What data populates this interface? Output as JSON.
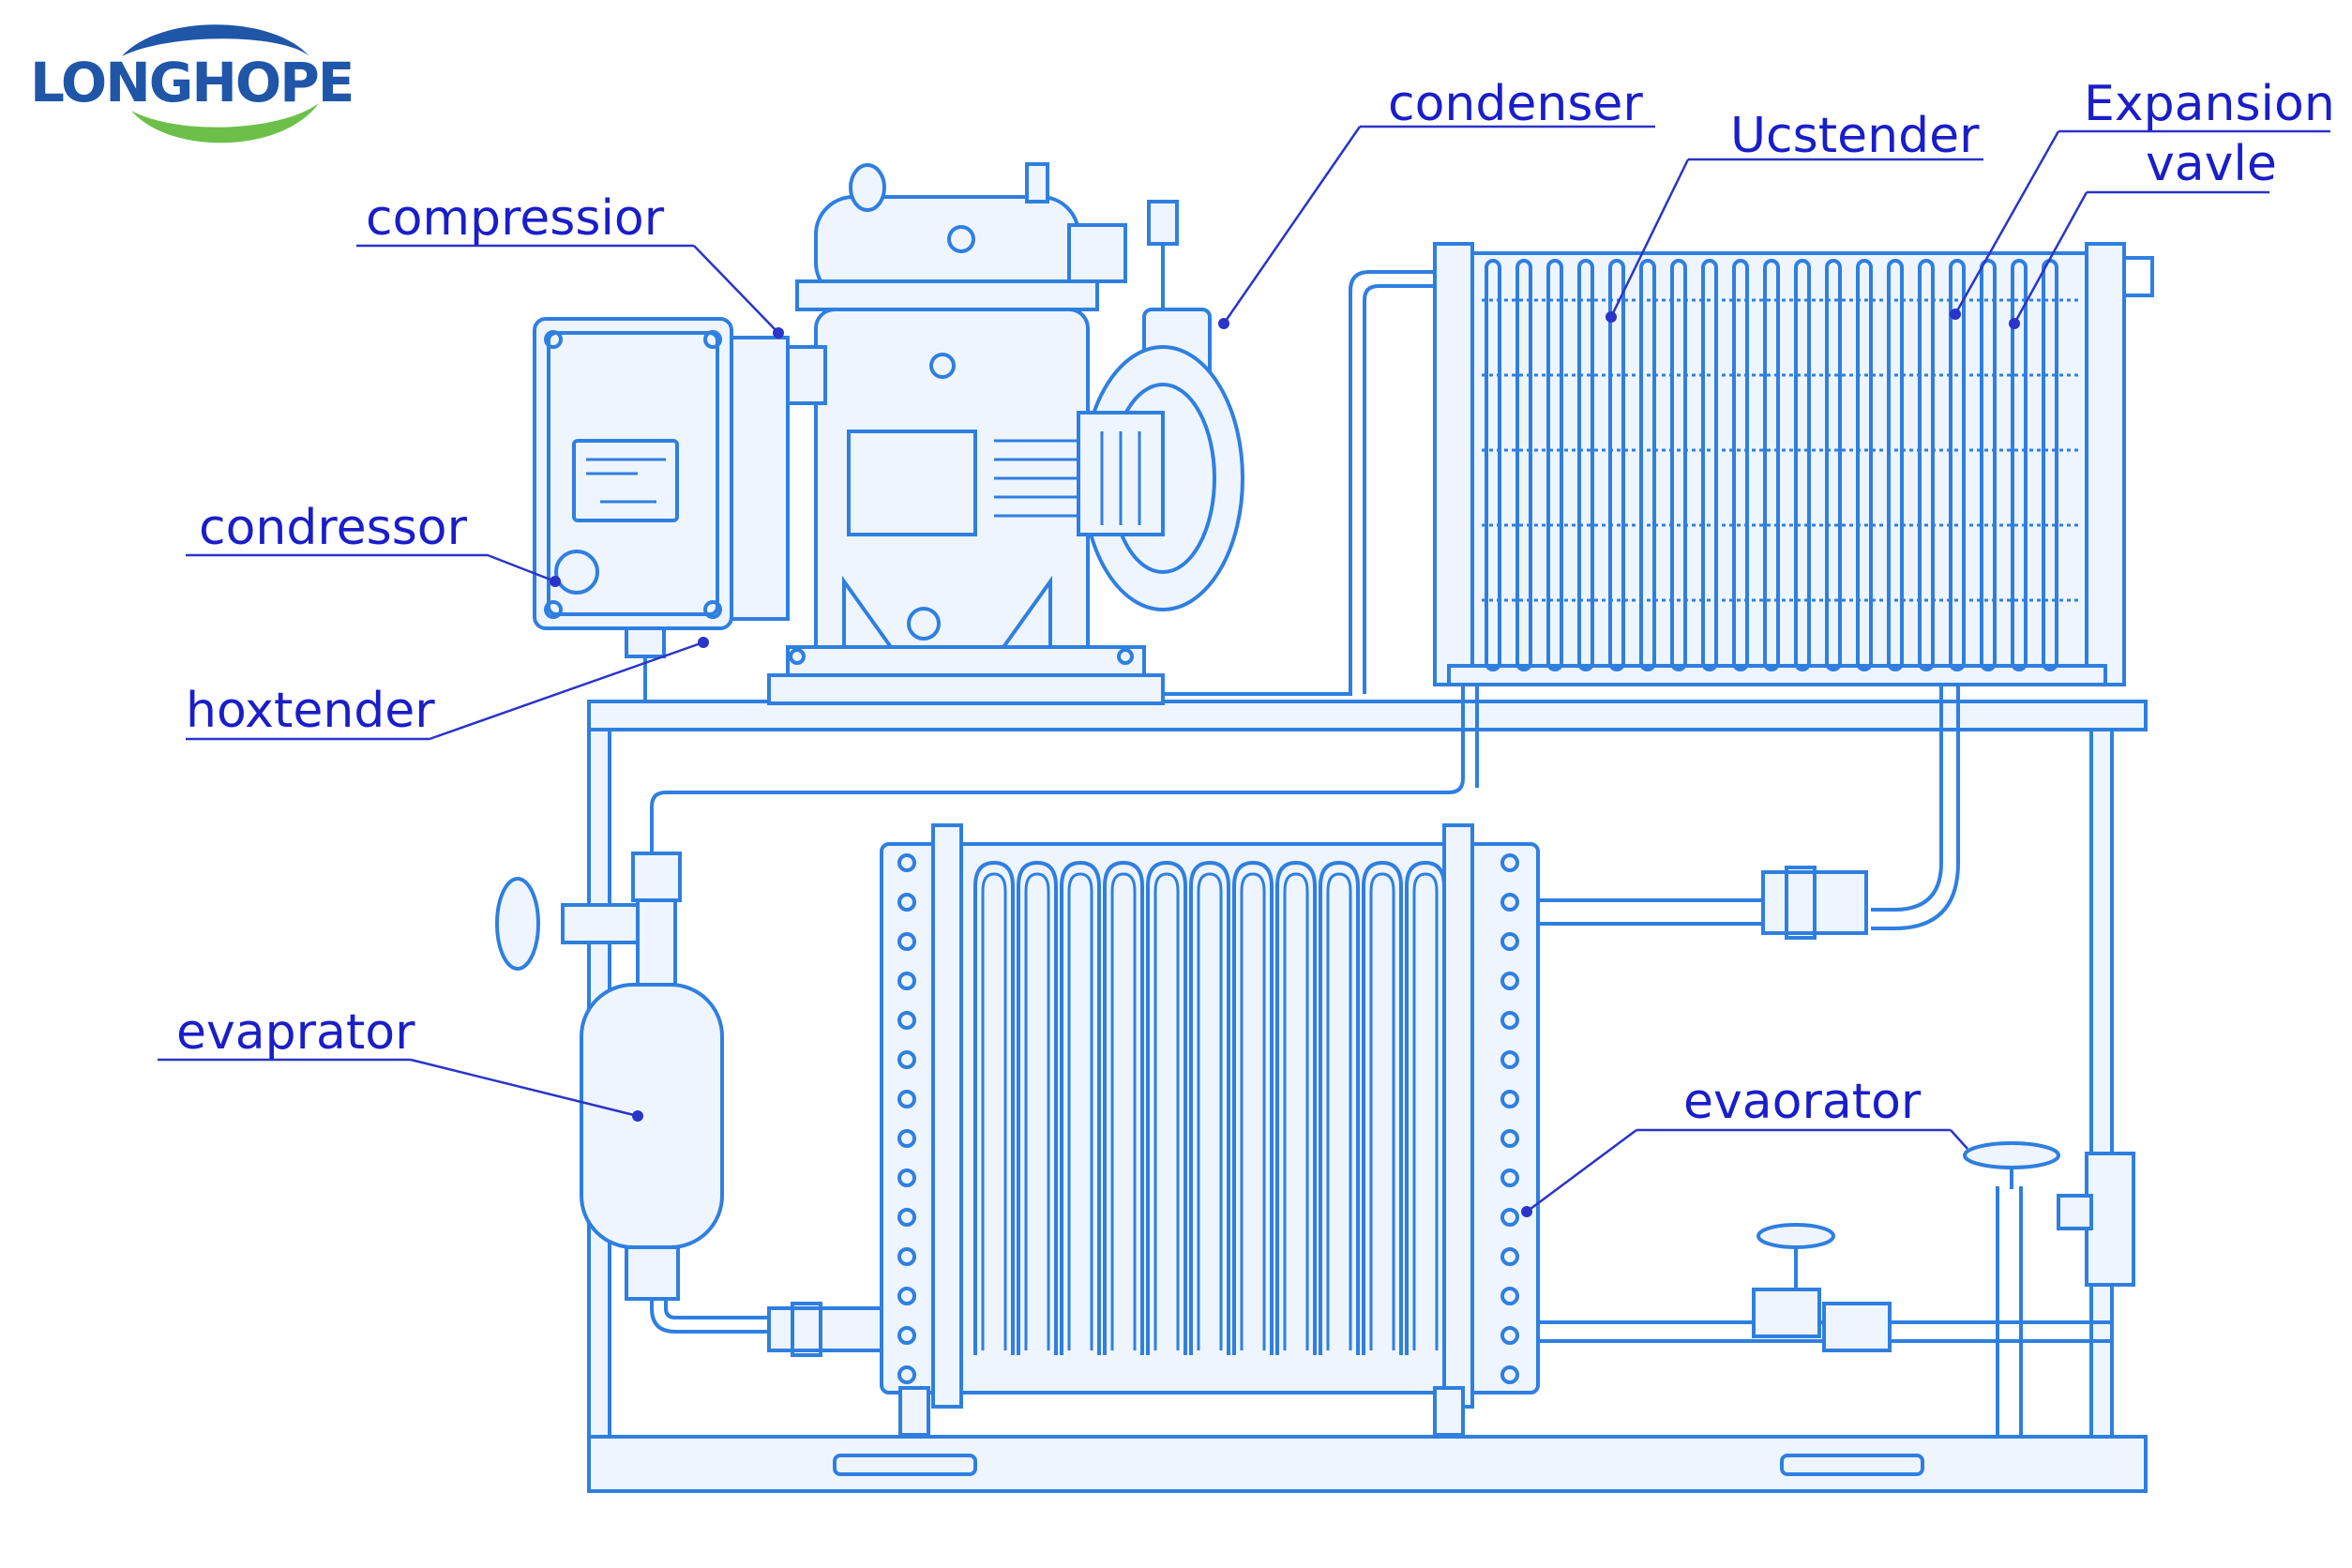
{
  "logo": {
    "text": "LONGHOPE"
  },
  "labels": {
    "condenser": "condenser",
    "ucstender": "Ucstender",
    "expansion_line1": "Expansion",
    "expansion_line2": "vavle",
    "compressor": "compressior",
    "condressor": "condressor",
    "hotender": "hoxtender",
    "evaprator": "evaprator",
    "evaorator": "evaorator"
  },
  "colors": {
    "line": "#2f7fe0",
    "label": "#1a1ec8",
    "logo_blue": "#1f56a8",
    "logo_green": "#6cc04a"
  }
}
